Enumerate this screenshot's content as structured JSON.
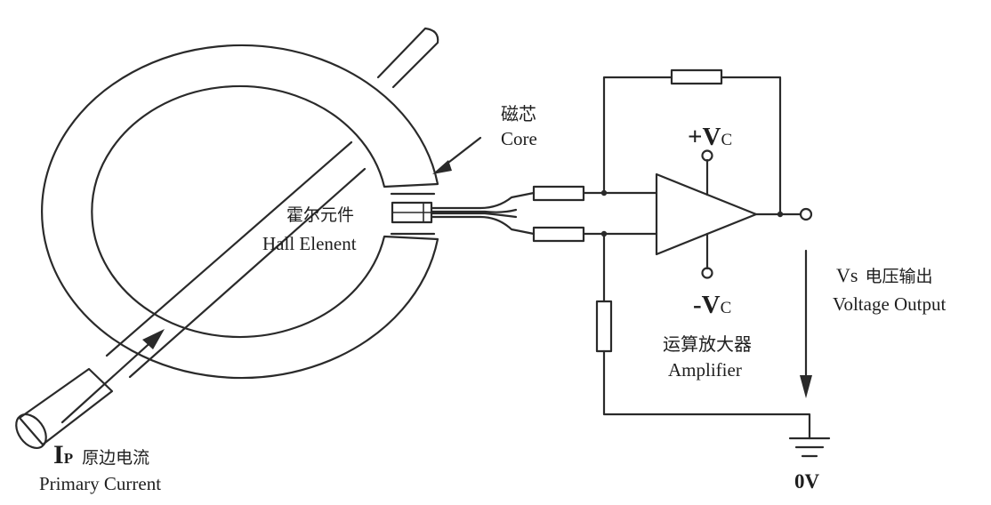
{
  "labels": {
    "core_cn": "磁芯",
    "core_en": "Core",
    "hall_cn": "霍尔元件",
    "hall_en": "Hall Elenent",
    "vc_plus_sign": "+V",
    "vc_plus_sub": "C",
    "vc_minus_sign": "-V",
    "vc_minus_sub": "C",
    "amp_cn": "运算放大器",
    "amp_en": "Amplifier",
    "vs_sym": "Vs",
    "vs_cn": "电压输出",
    "vs_en": "Voltage Output",
    "ip_sym": "I",
    "ip_sub": "P",
    "ip_cn": "原边电流",
    "ip_en": "Primary Current",
    "ground": "0V"
  }
}
